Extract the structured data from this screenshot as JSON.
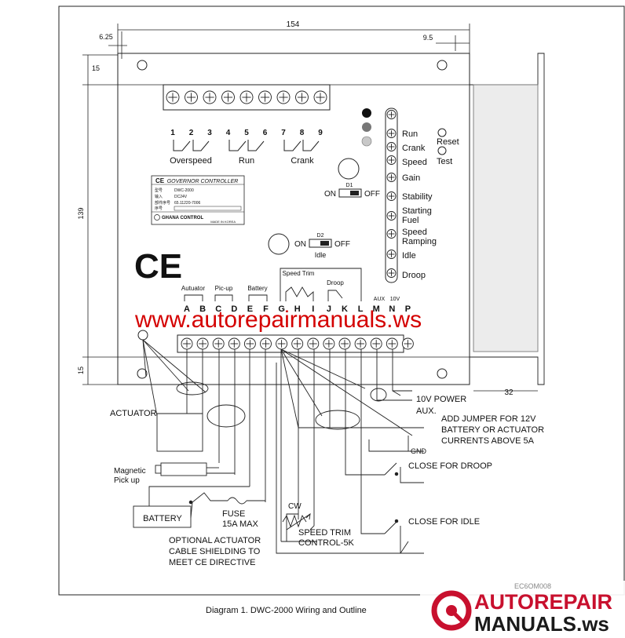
{
  "dimensions": {
    "width_top": "154",
    "left_small": "6.25",
    "left_top": "15",
    "right_small": "9.5",
    "height": "139",
    "bottom_small": "15",
    "bracket_width": "32"
  },
  "terminals_top": {
    "numbers": [
      "1",
      "2",
      "3",
      "4",
      "5",
      "6",
      "7",
      "8",
      "9"
    ],
    "group_labels": [
      "Overspeed",
      "Run",
      "Crank"
    ]
  },
  "label_plate": {
    "brand": "GOVERNOR CONTROLLER",
    "rows": [
      {
        "key": "型号",
        "val": "DWC-2000"
      },
      {
        "key": "输入",
        "val": "DC24V"
      },
      {
        "key": "部件序号",
        "val": "65.11220-7006"
      },
      {
        "key": "序号",
        "val": ""
      }
    ],
    "maker": "GHANA CONTROL",
    "maker_note": "MADE IN KOREA"
  },
  "switches": {
    "d1": {
      "name": "D1",
      "on": "ON",
      "off": "OFF"
    },
    "d2": {
      "name": "D2",
      "on": "ON",
      "off": "OFF",
      "sub": "Idle"
    }
  },
  "pots": {
    "labels": [
      "Run",
      "Crank",
      "Speed",
      "Gain",
      "Stability",
      "Starting",
      "Fuel",
      "Speed",
      "Ramping",
      "Idle",
      "Droop"
    ],
    "reset": "Reset",
    "test": "Test"
  },
  "ce_mark": "CE",
  "terminals_bottom": {
    "letters": [
      "A",
      "B",
      "C",
      "D",
      "E",
      "F",
      "G",
      "H",
      "I",
      "J",
      "K",
      "L",
      "M",
      "N",
      "P"
    ],
    "group_labels": {
      "actuator": "Autuator",
      "pickup": "Pic-up",
      "battery": "Battery",
      "speed_trim": "Speed Trim",
      "droop": "Droop",
      "aux": "AUX",
      "v10": "10V"
    }
  },
  "wiring": {
    "power": "10V  POWER",
    "aux": "AUX.",
    "jumper": [
      "ADD  JUMPER  FOR  12V",
      "BATTERY  OR  ACTUATOR",
      "CURRENTS  ABOVE  5A"
    ],
    "gnd": "GND",
    "close_droop": "CLOSE  FOR  DROOP",
    "close_idle": "CLOSE  FOR  IDLE",
    "actuator": "ACTUATOR",
    "pickup": [
      "Magnetic",
      "Pick up"
    ],
    "battery": "BATTERY",
    "fuse": [
      "FUSE",
      "15A  MAX"
    ],
    "shielding": [
      "OPTIONAL  ACTUATOR",
      "CABLE  SHIELDING  TO",
      "MEET  CE  DIRECTIVE"
    ],
    "cw": "CW",
    "speed_trim": [
      "SPEED TRIM",
      "CONTROL-5K"
    ]
  },
  "caption": "Diagram 1. DWC-2000 Wiring and Outline",
  "doc_code": "EC6OM008",
  "watermark": "www.autorepairmanuals.ws",
  "logo": {
    "line1": "AUTOREPAIR",
    "line2": "MANUALS.ws",
    "color_red": "#c8102e"
  }
}
